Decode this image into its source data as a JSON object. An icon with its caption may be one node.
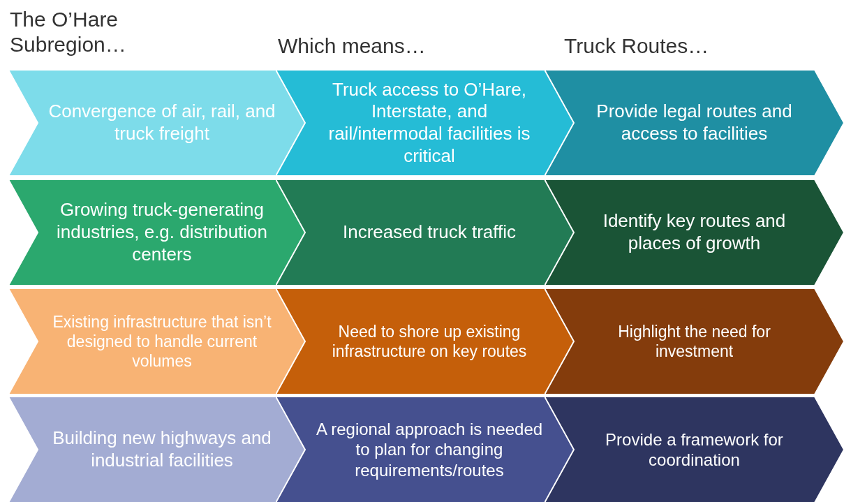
{
  "diagram": {
    "nodes": [
      {
        "text": [
          "Convergence of air, rail, and truck freight"
        ]
      },
      {
        "text": [
          "Truck access to O’Hare, Interstate, and rail/intermodal facilities is critical"
        ]
      },
      {
        "text": [
          "Provide legal routes and access to facilities"
        ]
      },
      {
        "text": [
          "Growing truck-generating industries, e.g. distribution centers"
        ]
      },
      {
        "text": [
          "Increased truck traffic"
        ]
      },
      {
        "text": [
          "Identify key routes and places of growth"
        ]
      },
      {
        "text": [
          "Existing infrastructure that isn’t designed to handle current volumes"
        ]
      },
      {
        "text": [
          "Need to shore up existing infrastructure on key routes"
        ]
      },
      {
        "text": [
          "Highlight the need for investment"
        ]
      },
      {
        "text": [
          "Building new highways and industrial facilities"
        ]
      },
      {
        "text": [
          "A regional approach is needed to plan for changing requirements/routes"
        ]
      },
      {
        "text": [
          "Provide a framework for coordination"
        ]
      }
    ],
    "edges": [],
    "labels": [
      "The O’Hare Subregion…",
      "Which means…",
      "Truck Routes…"
    ]
  }
}
